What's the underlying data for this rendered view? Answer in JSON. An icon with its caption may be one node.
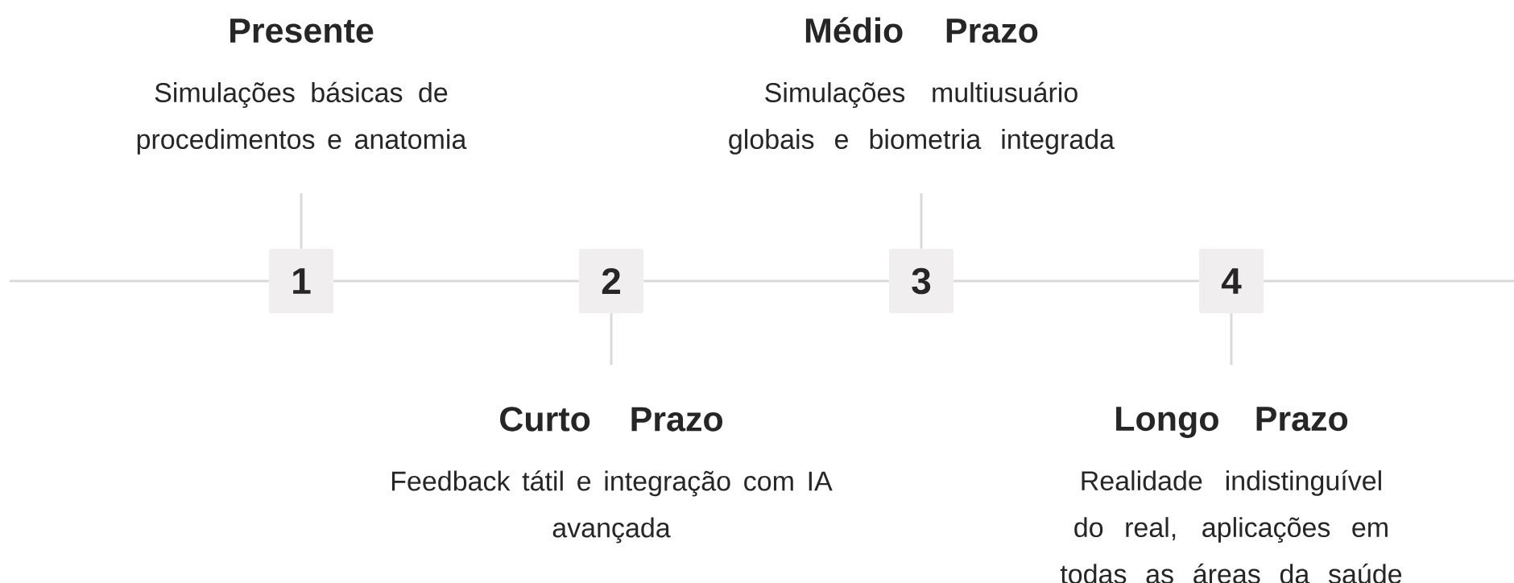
{
  "diagram": {
    "nodes": [
      {
        "text": [
          "1"
        ]
      },
      {
        "text": [
          "2"
        ]
      },
      {
        "text": [
          "3"
        ]
      },
      {
        "text": [
          "4"
        ]
      },
      {
        "text": [
          "Presente",
          "Simulações básicas de procedimentos e anatomia"
        ]
      },
      {
        "text": [
          "Curto Prazo",
          "Feedback tátil e integração com IA avançada"
        ]
      },
      {
        "text": [
          "Médio Prazo",
          "Simulações multiusuário globais e biometria integrada"
        ]
      },
      {
        "text": [
          "Longo Prazo",
          "Realidade indistinguível do real, aplicações em todas as áreas da saúde"
        ]
      }
    ],
    "edges": [
      {
        "from": null,
        "to": 0,
        "arrow": "none"
      },
      {
        "from": 0,
        "to": 1,
        "arrow": "none"
      },
      {
        "from": 1,
        "to": 2,
        "arrow": "none"
      },
      {
        "from": 2,
        "to": 3,
        "arrow": "none"
      },
      {
        "from": 3,
        "to": null,
        "arrow": "none"
      },
      {
        "from": 0,
        "to": 4,
        "arrow": "none"
      },
      {
        "from": 1,
        "to": 5,
        "arrow": "none"
      },
      {
        "from": 2,
        "to": 6,
        "arrow": "none"
      },
      {
        "from": 3,
        "to": 7,
        "arrow": "none"
      }
    ]
  }
}
